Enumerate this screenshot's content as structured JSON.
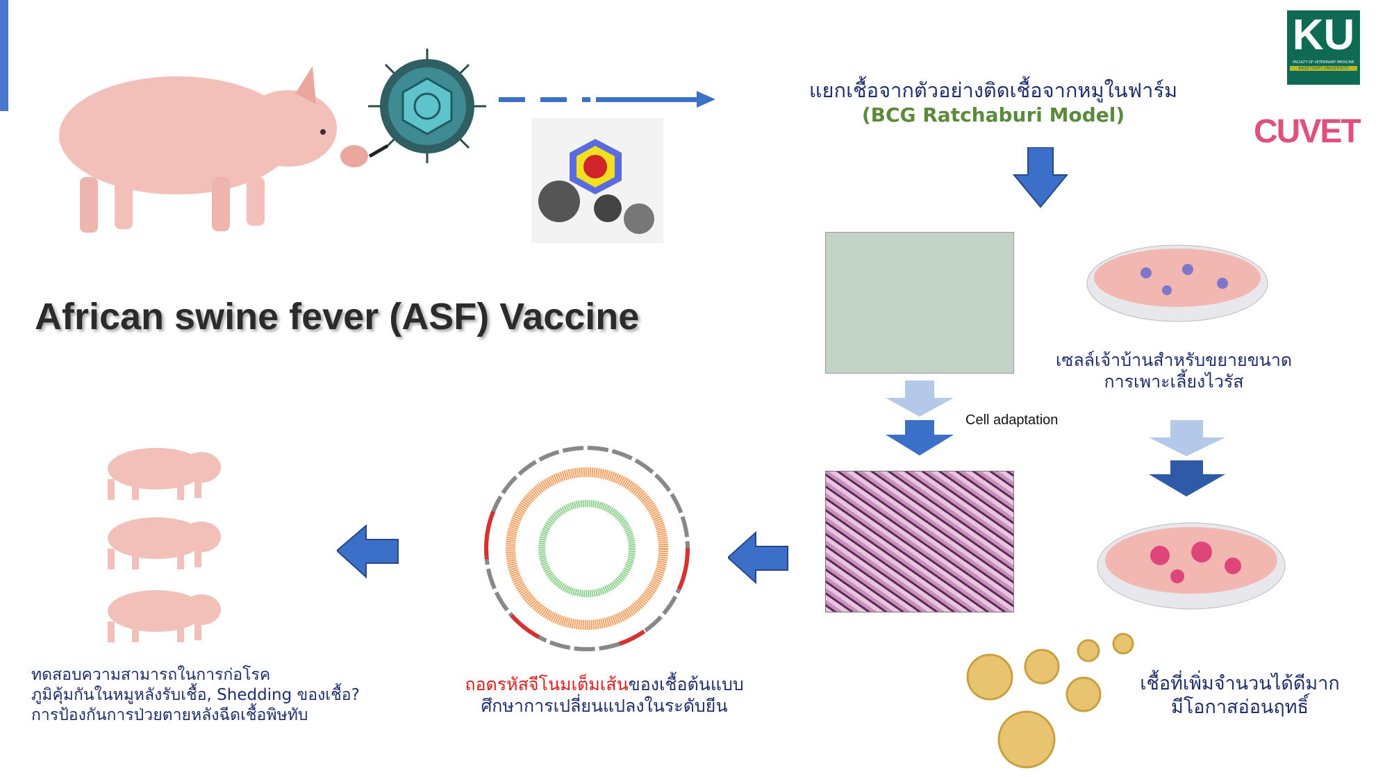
{
  "title": "African swine fever (ASF) Vaccine",
  "isolation": {
    "line1": "แยกเชื้อจากตัวอย่างติดเชื้อจากหมูในฟาร์ม",
    "line2": "(BCG Ratchaburi Model)"
  },
  "host_cells": {
    "line1": "เซลล์เจ้าบ้านสำหรับขยายขนาด",
    "line2": "การเพาะเลี้ยงไวรัส"
  },
  "cell_adaptation": "Cell adaptation",
  "replication": {
    "line1": "เชื้อที่เพิ่มจำนวนได้ดีมาก",
    "line2": "มีโอกาสอ่อนฤทธิ์"
  },
  "sequencing": {
    "highlight": "ถอดรหัสจีโนมเต็มเส้น",
    "rest": "ของเชื้อต้นแบบ",
    "line2": "ศึกษาการเปลี่ยนแปลงในระดับยีน"
  },
  "testing": {
    "line1": "ทดสอบความสามารถในการก่อโรค",
    "line2": "ภูมิคุ้มกันในหมูหลังรับเชื้อ, Shedding ของเชื้อ?",
    "line3": "การป้องกันการป่วยตายหลังฉีดเชื้อพิษทับ"
  },
  "logos": {
    "ku": "KU",
    "ku_sub1": "FACULTY OF VETERINARY MEDICINE",
    "ku_sub2": "KASETSART UNIVERSITY",
    "cuvet": "CUVET"
  },
  "colors": {
    "navy": "#1f2f6e",
    "green": "#5a8a3a",
    "red": "#e11d1d",
    "arrow": "#3b6fc8",
    "arrow_light": "#b4c8ea"
  }
}
